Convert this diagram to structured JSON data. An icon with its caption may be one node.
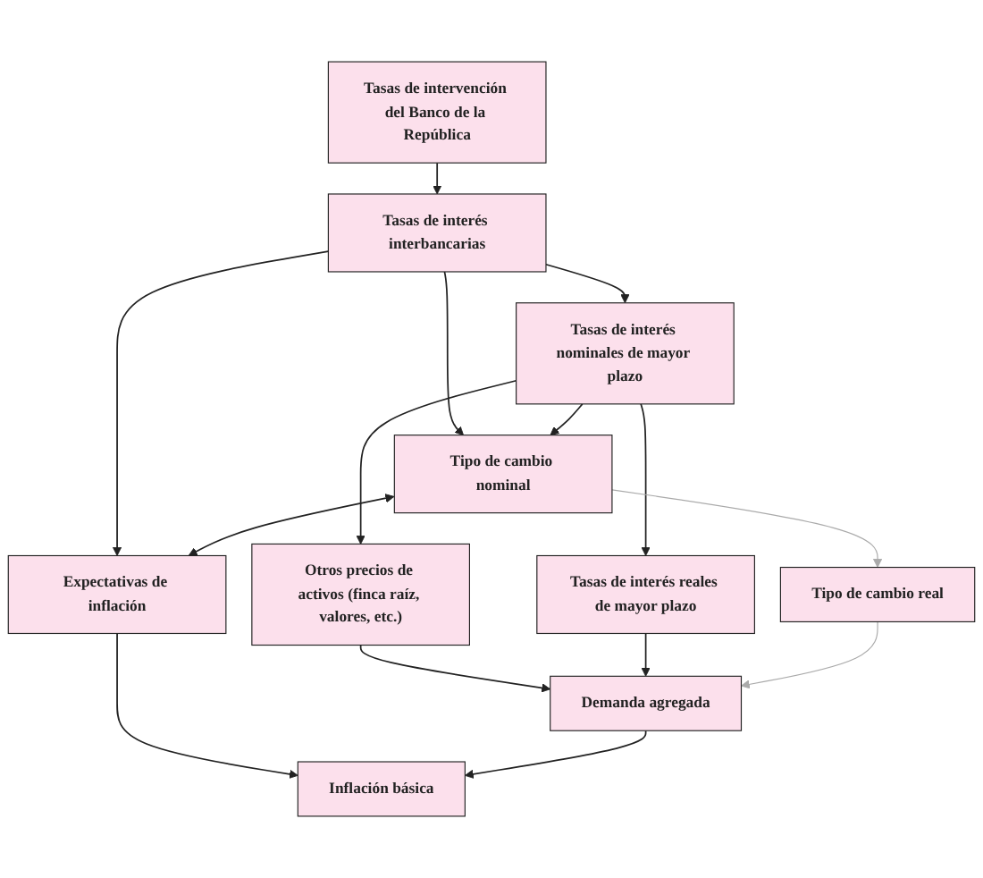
{
  "diagram": {
    "nodes": [
      {
        "text": [
          "Tasas de intervención del Banco de la República"
        ]
      },
      {
        "text": [
          "Tasas de interés interbancarias"
        ]
      },
      {
        "text": [
          "Otros precios de activos (finca raíz, valores, etc.)"
        ]
      },
      {
        "text": [
          "Tasas de interés nominales de mayor plazo"
        ]
      },
      {
        "text": [
          "Tipo de cambio nominal"
        ]
      },
      {
        "text": [
          "Expectativas de inflación"
        ]
      },
      {
        "text": [
          "Tasas de interés reales de mayor plazo"
        ]
      },
      {
        "text": [
          "Tipo de cambio real"
        ]
      },
      {
        "text": [
          "Inflación básica"
        ]
      },
      {
        "text": [
          "Demanda agregada"
        ]
      }
    ],
    "edges": [
      {
        "from": 0,
        "to": 1,
        "arrow": "to"
      },
      {
        "from": 1,
        "to": 3,
        "arrow": "to"
      },
      {
        "from": 1,
        "to": 4,
        "arrow": "to"
      },
      {
        "from": 1,
        "to": 5,
        "arrow": "to"
      },
      {
        "from": 3,
        "to": 2,
        "arrow": "to"
      },
      {
        "from": 3,
        "to": 4,
        "arrow": "to"
      },
      {
        "from": 4,
        "to": 5,
        "arrow": "both"
      },
      {
        "from": 3,
        "to": 6,
        "arrow": "to"
      },
      {
        "from": 4,
        "to": 7,
        "arrow": "to",
        "color": "#aaaaaa"
      },
      {
        "from": 5,
        "to": 8,
        "arrow": "to"
      },
      {
        "from": 2,
        "to": 9,
        "arrow": "to"
      },
      {
        "from": 6,
        "to": 9,
        "arrow": "to"
      },
      {
        "from": 7,
        "to": 9,
        "arrow": "to",
        "color": "#aaaaaa"
      },
      {
        "from": 9,
        "to": 8,
        "arrow": "to"
      }
    ]
  }
}
